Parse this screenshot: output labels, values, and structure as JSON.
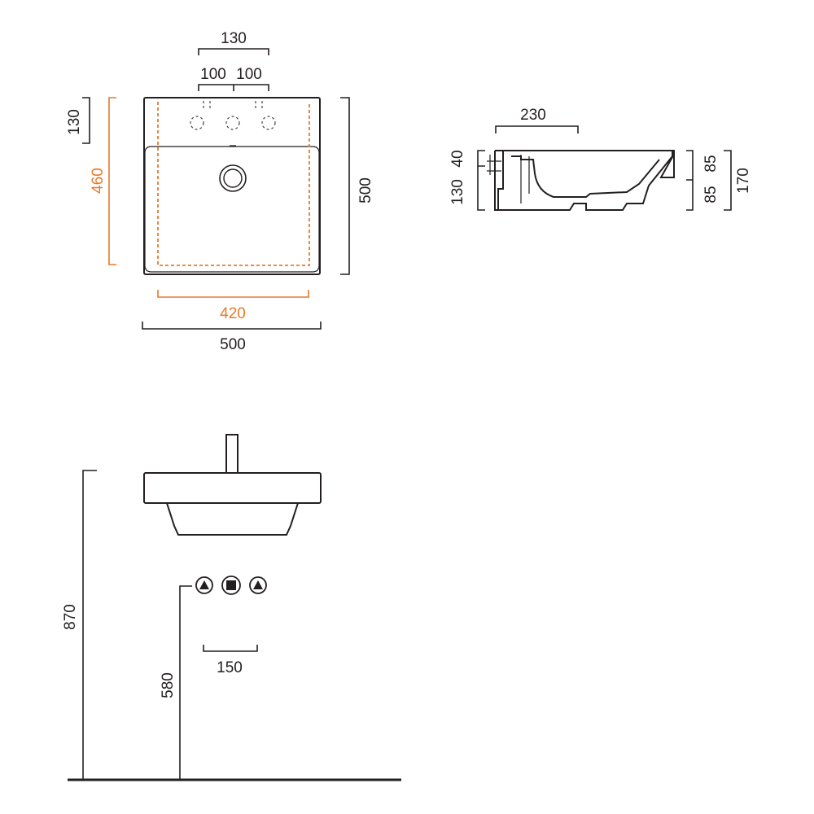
{
  "top_view": {
    "tap_spacing_total": "130",
    "tap_spacing_left": "100",
    "tap_spacing_right": "100",
    "tap_zone_depth": "130",
    "basin_inner_depth": "460",
    "overall_depth": "500",
    "basin_inner_width": "420",
    "overall_width": "500",
    "accent_color": "#e8792b"
  },
  "side_section": {
    "top_offset": "40",
    "lower_height": "130",
    "reach": "230",
    "upper_half": "85",
    "lower_half": "85",
    "total_height": "170"
  },
  "front_elevation": {
    "mount_height": "870",
    "supply_height": "580",
    "supply_spacing": "150"
  }
}
